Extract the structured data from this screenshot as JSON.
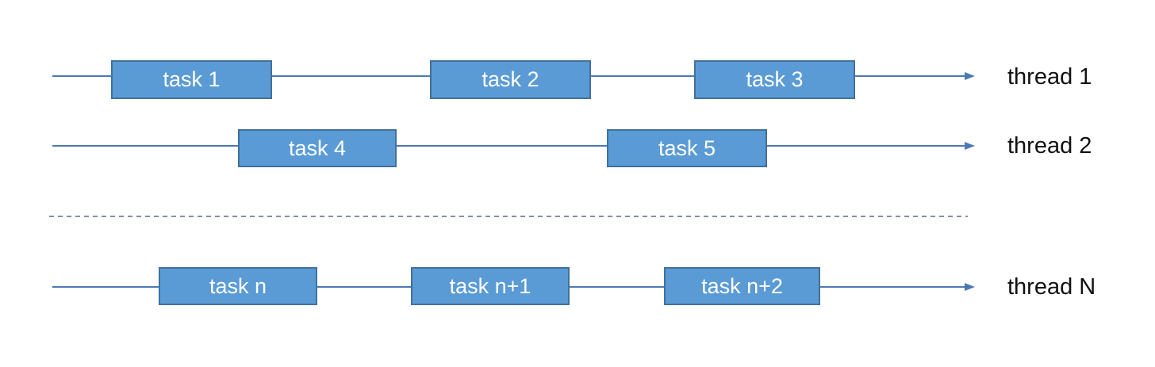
{
  "diagram": {
    "threads": [
      {
        "label": "thread 1",
        "tasks": [
          "task 1",
          "task 2",
          "task 3"
        ]
      },
      {
        "label": "thread 2",
        "tasks": [
          "task 4",
          "task 5"
        ]
      },
      {
        "label": "thread N",
        "tasks": [
          "task n",
          "task n+1",
          "task n+2"
        ]
      }
    ],
    "colors": {
      "task_fill": "#5b9bd5",
      "task_border": "#41719c",
      "timeline": "#4d79b3",
      "separator": "#7d91ab",
      "task_text": "#ffffff",
      "label_text": "#111111"
    }
  }
}
